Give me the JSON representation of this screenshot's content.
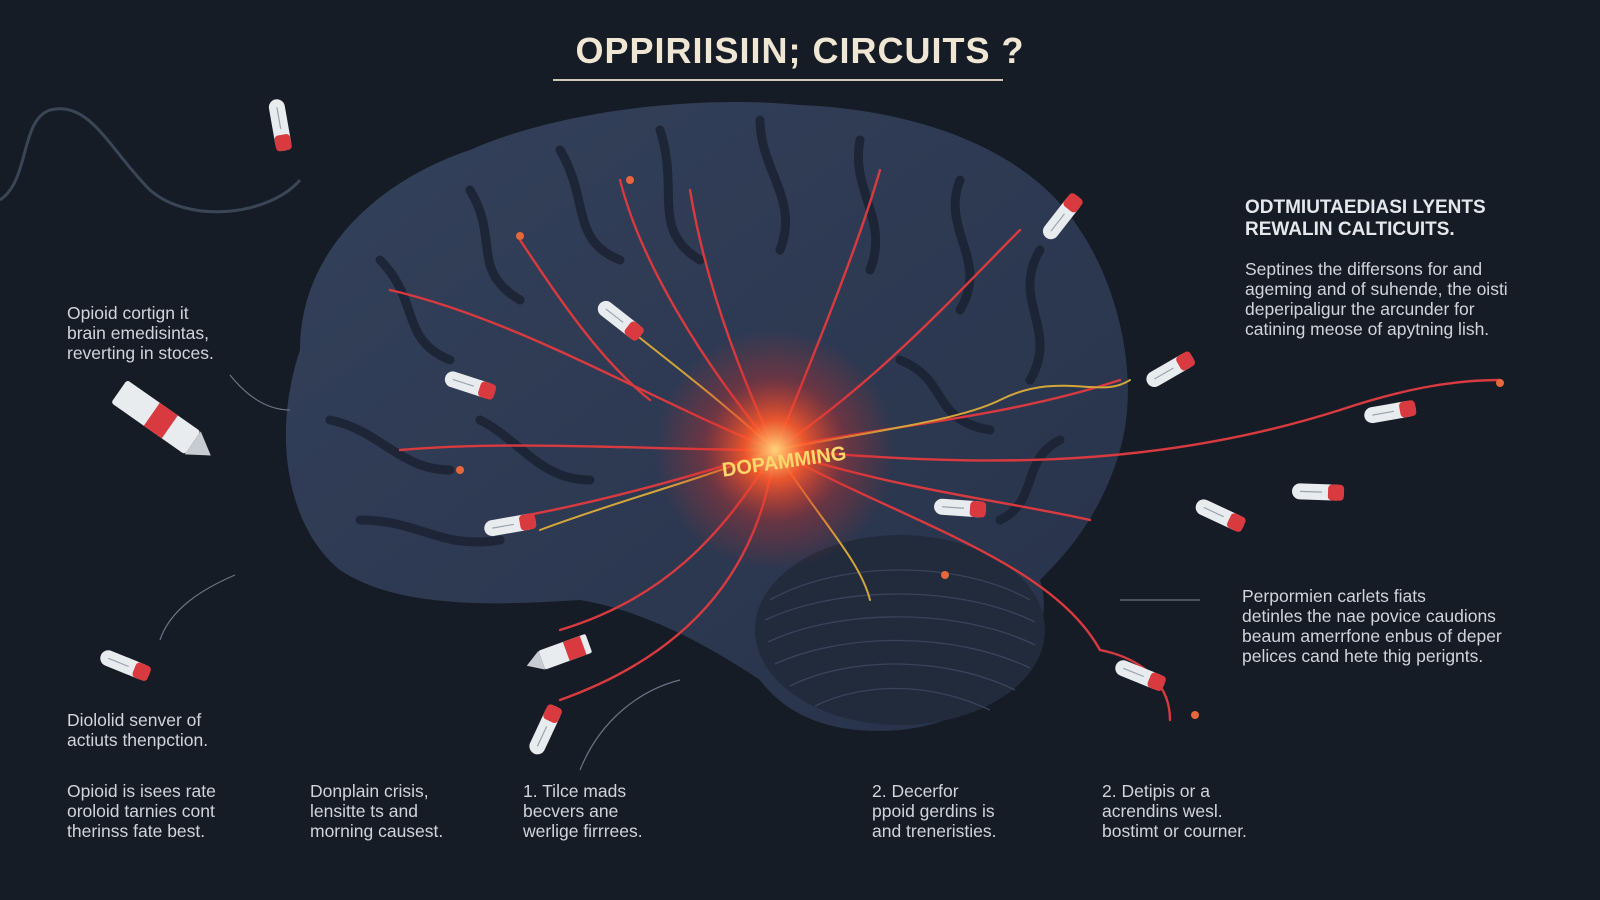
{
  "title": "OPPIRIISIIN; CIRCUITS ?",
  "center_label": "DOPAMMING",
  "colors": {
    "background": "#161c26",
    "brain": "#2c3850",
    "pathway": "#d83a3f",
    "pathway_gold": "#d4a63a",
    "glow": "#ff5a2a"
  },
  "left_notes": [
    [
      "Opioid cortign it",
      "brain emedisintas,",
      "reverting in stoces."
    ],
    [
      "Diololid senver of",
      "actiuts thenpction."
    ]
  ],
  "right_heading": [
    "ODTMIUTAEDIASI LYENTS",
    "REWALIN CALTICUITS."
  ],
  "right_notes": [
    [
      "Septines the differsons for and",
      "ageming and of suhende, the oisti",
      "deperipaligur the arcunder for",
      "catining meose of apytning lish."
    ],
    [
      "Perpormien carlets fiats",
      "detinles the nae povice caudions",
      "beaum amerrfone enbus of deper",
      "pelices cand hete thig perignts."
    ]
  ],
  "bottom_notes": [
    [
      "Opioid is isees rate",
      "oroloid tarnies cont",
      "therinss fate best."
    ],
    [
      "Donplain crisis,",
      "lensitte ts and",
      "morning causest."
    ],
    [
      "1. Tilce mads",
      "becvers ane",
      "werlige firrrees."
    ],
    [
      "2. Decerfor",
      "ppoid gerdins is",
      "and treneristies."
    ],
    [
      "2. Detipis or a",
      "acrendins wesl.",
      "bostimt or courner."
    ]
  ],
  "icons": {
    "capsule": "pill-capsule-icon",
    "syringe": "syringe-icon"
  }
}
